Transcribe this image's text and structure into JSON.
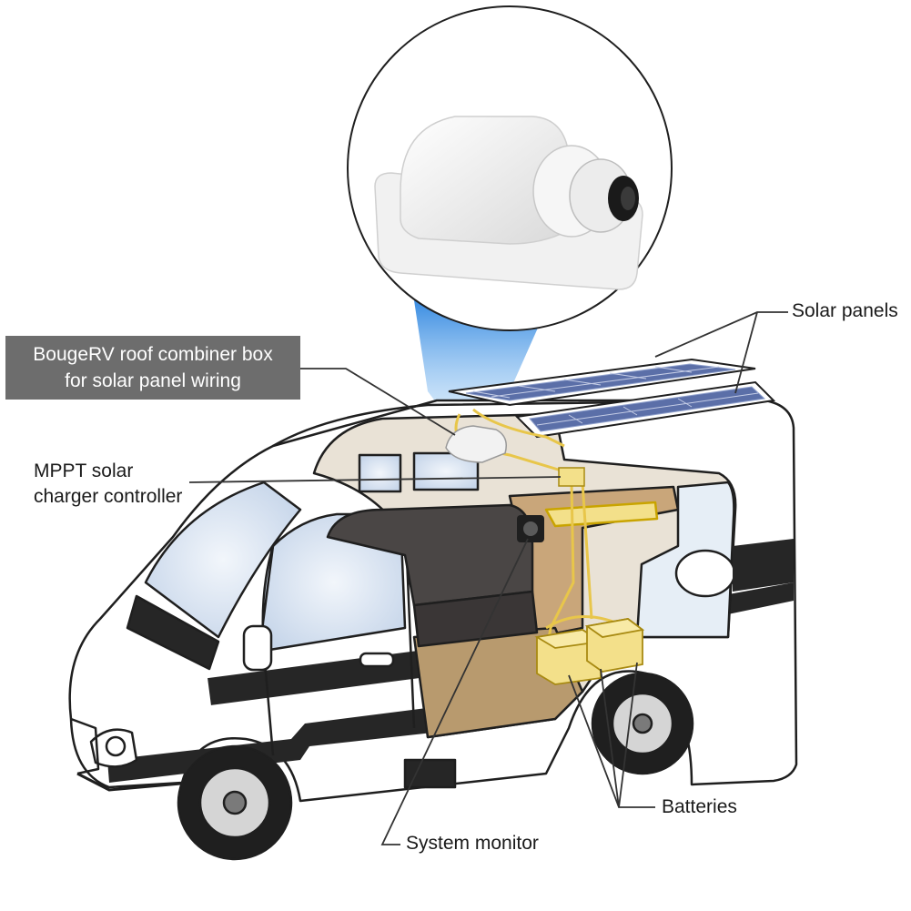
{
  "labels": {
    "combiner_box_line1": "BougeRV roof combiner box",
    "combiner_box_line2": "for solar panel wiring",
    "mppt_line1": "MPPT solar",
    "mppt_line2": "charger controller",
    "solar_panels": "Solar panels",
    "batteries": "Batteries",
    "system_monitor": "System monitor"
  },
  "colors": {
    "label_box_bg": "#6d6d6d",
    "label_box_text": "#ffffff",
    "outline": "#1f1f1f",
    "van_body": "#ffffff",
    "van_stripe": "#262626",
    "window_glass": "#d8e4f2",
    "solar_cell": "#5b6fa8",
    "spotlight": "#3d8fe0",
    "battery": "#f3e08a",
    "wiring": "#e8c64a",
    "wood": "#c9a67a",
    "floor": "#b89a6e",
    "seat": "#4a4645"
  }
}
